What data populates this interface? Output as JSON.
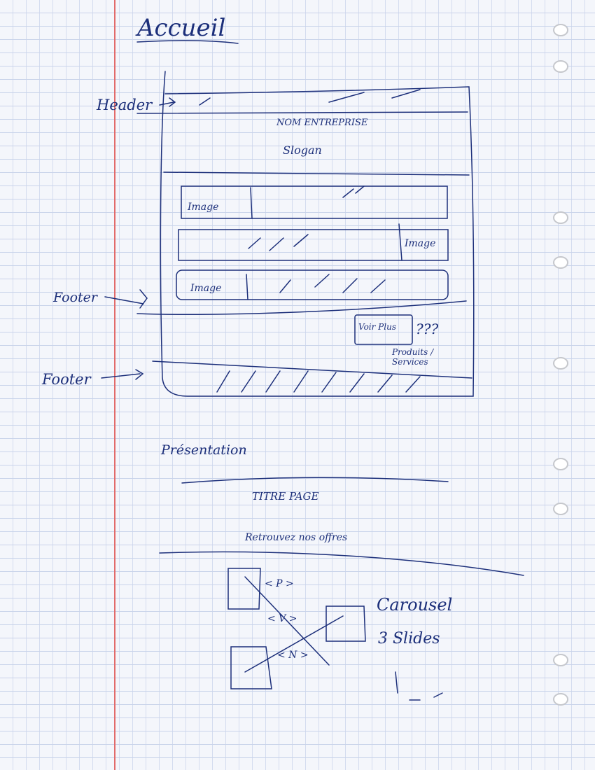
{
  "colors": {
    "ink": "#1c2f7a",
    "margin": "#e26b6b",
    "paper": "#f4f6fb"
  },
  "home": {
    "title": "Accueil",
    "labels": {
      "header": "Header",
      "footer_1": "Footer",
      "footer_2": "Footer"
    },
    "header": {
      "company_name": "NOM ENTREPRISE",
      "slogan": "Slogan"
    },
    "rows": [
      {
        "image_label": "Image"
      },
      {
        "image_label": "Image"
      },
      {
        "image_label": "Image"
      }
    ],
    "see_more_button": "Voir Plus",
    "question_marks": "???",
    "products_note": "Produits / Services"
  },
  "presentation": {
    "title": "Présentation",
    "page_title": "TITRE PAGE",
    "about_text": "Retrouvez nos offres",
    "carousel_label": "Carousel",
    "carousel_slides": "3 Slides",
    "nav_symbols": [
      "< P >",
      "< V >",
      "< N >"
    ]
  }
}
